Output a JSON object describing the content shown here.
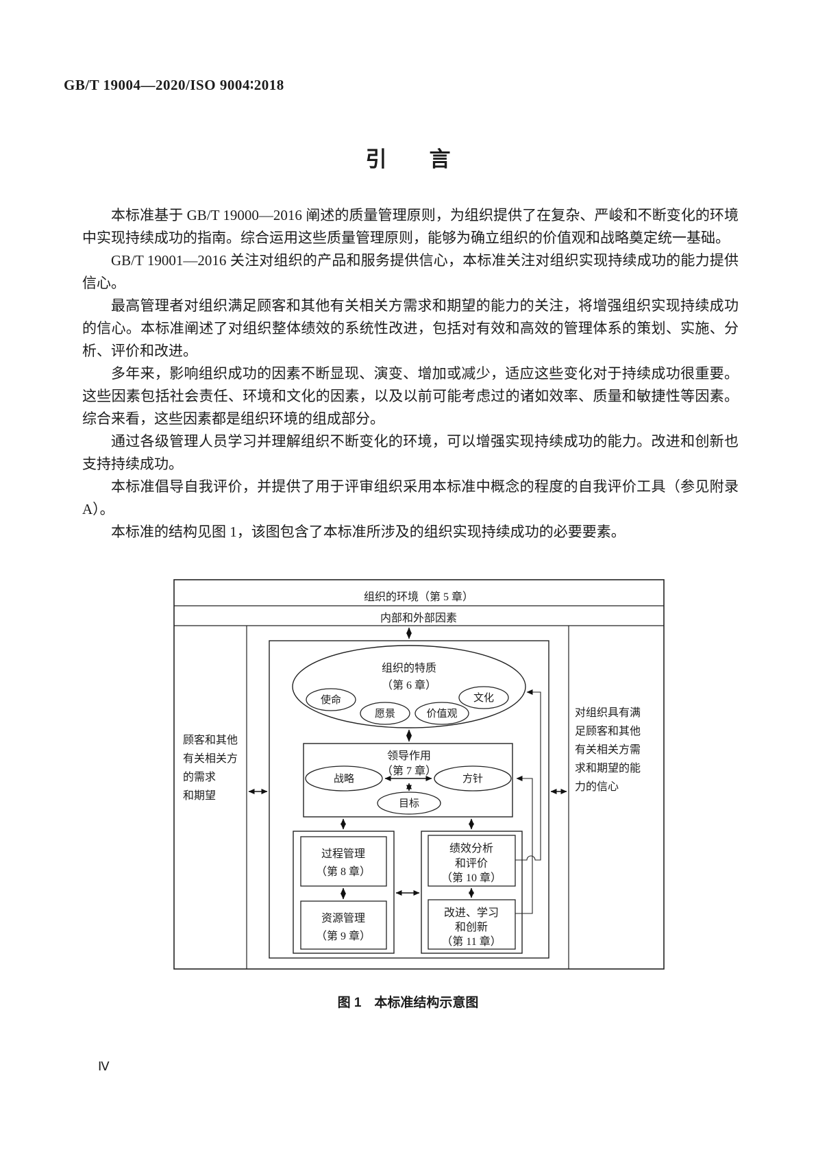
{
  "page": {
    "header": "GB/T 19004—2020/ISO 9004∶2018",
    "title": "引　　言",
    "page_number": "Ⅳ"
  },
  "paragraphs": [
    "本标准基于 GB/T 19000—2016 阐述的质量管理原则，为组织提供了在复杂、严峻和不断变化的环境中实现持续成功的指南。综合运用这些质量管理原则，能够为确立组织的价值观和战略奠定统一基础。",
    "GB/T 19001—2016 关注对组织的产品和服务提供信心，本标准关注对组织实现持续成功的能力提供信心。",
    "最高管理者对组织满足顾客和其他有关相关方需求和期望的能力的关注，将增强组织实现持续成功的信心。本标准阐述了对组织整体绩效的系统性改进，包括对有效和高效的管理体系的策划、实施、分析、评价和改进。",
    "多年来，影响组织成功的因素不断显现、演变、增加或减少，适应这些变化对于持续成功很重要。这些因素包括社会责任、环境和文化的因素，以及以前可能考虑过的诸如效率、质量和敏捷性等因素。综合来看，这些因素都是组织环境的组成部分。",
    "通过各级管理人员学习并理解组织不断变化的环境，可以增强实现持续成功的能力。改进和创新也支持持续成功。",
    "本标准倡导自我评价，并提供了用于评审组织采用本标准中概念的程度的自我评价工具（参见附录A）。",
    "本标准的结构见图 1，该图包含了本标准所涉及的组织实现持续成功的必要要素。"
  ],
  "figure": {
    "caption": "图 1　本标准结构示意图",
    "env": "组织的环境（第 5 章）",
    "factors": "内部和外部因素",
    "left_label": {
      "l1": "顾客和其他",
      "l2": "有关相关方",
      "l3": "的需求",
      "l4": "和期望"
    },
    "right_label": {
      "l1": "对组织具有满",
      "l2": "足顾客和其他",
      "l3": "有关相关方需",
      "l4": "求和期望的能",
      "l5": "力的信心"
    },
    "identity": {
      "l1": "组织的特质",
      "l2": "（第 6 章）",
      "mission": "使命",
      "vision": "愿景",
      "values": "价值观",
      "culture": "文化"
    },
    "leadership": {
      "l1": "领导作用",
      "l2": "（第 7 章）",
      "strategy": "战略",
      "policy": "方针",
      "objective": "目标"
    },
    "process": {
      "l1": "过程管理",
      "l2": "（第 8 章）"
    },
    "resource": {
      "l1": "资源管理",
      "l2": "（第 9 章）"
    },
    "performance": {
      "l1": "绩效分析",
      "l2": "和评价",
      "l3": "（第 10 章）"
    },
    "improvement": {
      "l1": "改进、学习",
      "l2": "和创新",
      "l3": "（第 11 章）"
    }
  }
}
